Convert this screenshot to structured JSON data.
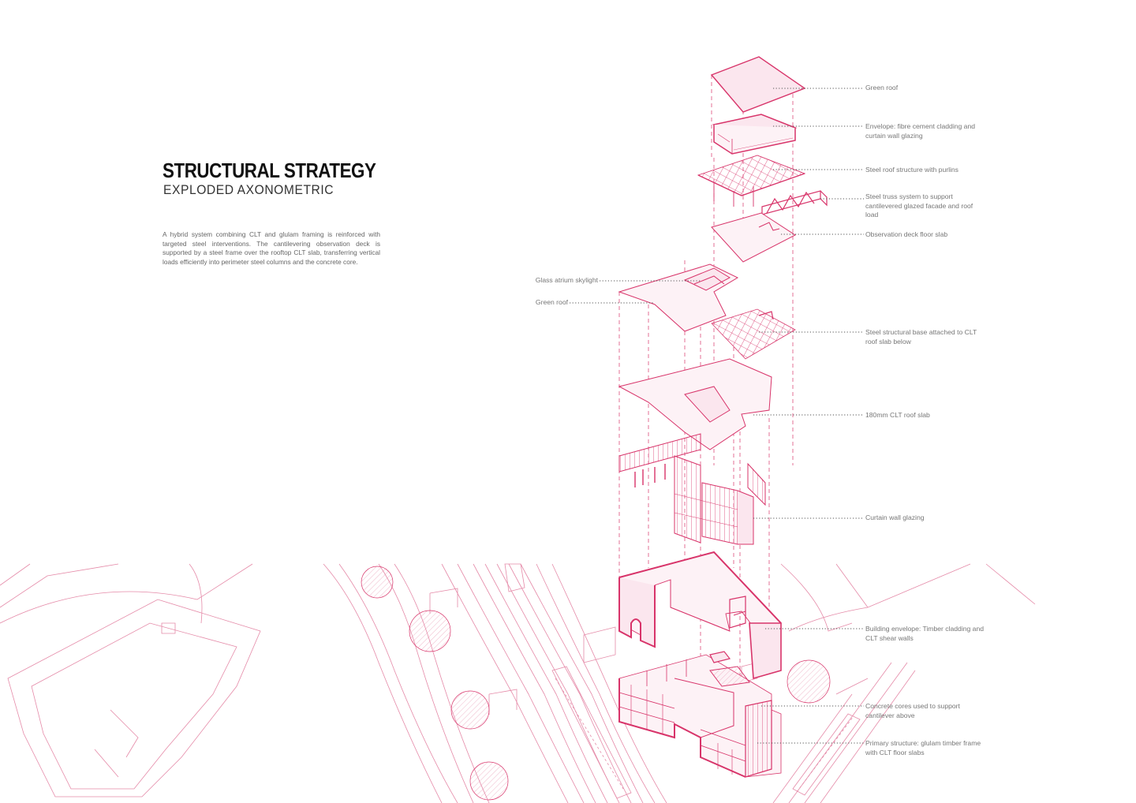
{
  "header": {
    "title": "STRUCTURAL STRATEGY",
    "subtitle": "EXPLODED AXONOMETRIC"
  },
  "description": "A hybrid system combining CLT and glulam framing is reinforced with targeted steel interventions. The cantilevering observation deck is supported by a steel frame over the rooftop CLT slab, transferring vertical loads efficiently into perimeter steel columns and the concrete core.",
  "colors": {
    "accent": "#d8346a",
    "fill": "#fbe6ee",
    "context_line": "#e58aa8",
    "leader": "#555555"
  },
  "labels": {
    "right": [
      "Green roof",
      "Envelope: fibre cement cladding and curtain wall glazing",
      "Steel roof structure with purlins",
      "Steel truss system to support cantilevered glazed facade and roof load",
      "Observation deck floor slab",
      "Steel structural base attached to CLT roof slab below",
      "180mm CLT roof slab",
      "Curtain wall glazing",
      "Building envelope: Timber cladding and CLT shear walls",
      "Concrete cores used to support cantilever above",
      "Primary structure: glulam timber frame with CLT floor slabs"
    ],
    "left": [
      "Glass atrium skylight",
      "Green roof"
    ]
  }
}
